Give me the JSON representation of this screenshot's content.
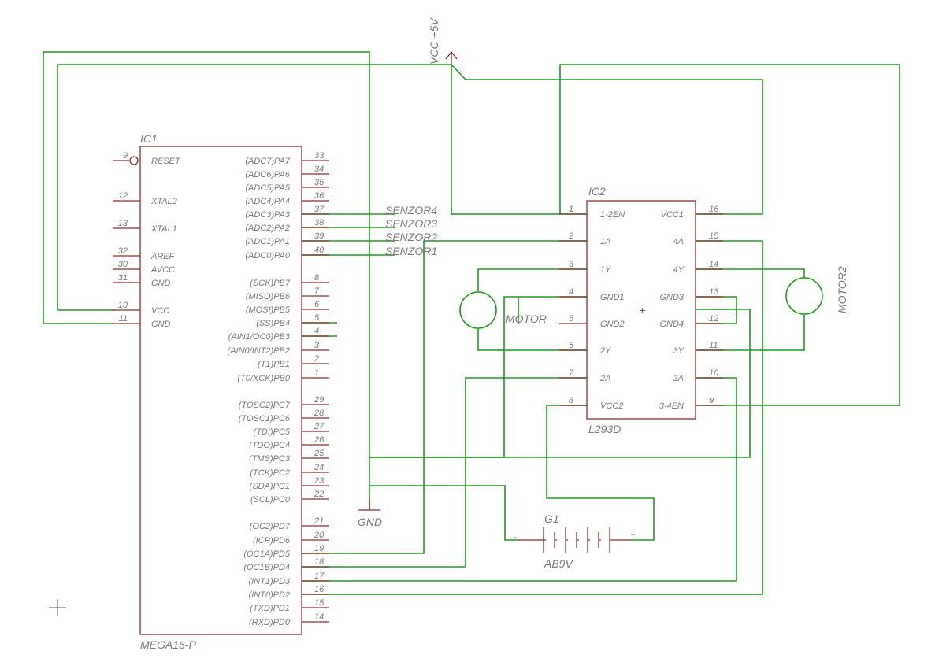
{
  "ic1": {
    "name": "IC1",
    "value": "MEGA16-P",
    "left_pins": [
      {
        "num": "9",
        "label": "RESET"
      },
      {
        "num": "12",
        "label": "XTAL2"
      },
      {
        "num": "13",
        "label": "XTAL1"
      },
      {
        "num": "32",
        "label": "AREF"
      },
      {
        "num": "30",
        "label": "AVCC"
      },
      {
        "num": "31",
        "label": "GND"
      },
      {
        "num": "10",
        "label": "VCC"
      },
      {
        "num": "11",
        "label": "GND"
      }
    ],
    "right_pins": [
      {
        "num": "33",
        "label": "(ADC7)PA7"
      },
      {
        "num": "34",
        "label": "(ADC6)PA6"
      },
      {
        "num": "35",
        "label": "(ADC5)PA5"
      },
      {
        "num": "36",
        "label": "(ADC4)PA4"
      },
      {
        "num": "37",
        "label": "(ADC3)PA3"
      },
      {
        "num": "38",
        "label": "(ADC2)PA2"
      },
      {
        "num": "39",
        "label": "(ADC1)PA1"
      },
      {
        "num": "40",
        "label": "(ADC0)PA0"
      },
      {
        "num": "8",
        "label": "(SCK)PB7"
      },
      {
        "num": "7",
        "label": "(MISO)PB6"
      },
      {
        "num": "6",
        "label": "(MOSI)PB5"
      },
      {
        "num": "5",
        "label": "(SS)PB4"
      },
      {
        "num": "4",
        "label": "(AIN1/OC0)PB3"
      },
      {
        "num": "3",
        "label": "(AIN0/INT2)PB2"
      },
      {
        "num": "2",
        "label": "(T1)PB1"
      },
      {
        "num": "1",
        "label": "(T0/XCK)PB0"
      },
      {
        "num": "29",
        "label": "(TOSC2)PC7"
      },
      {
        "num": "28",
        "label": "(TOSC1)PC6"
      },
      {
        "num": "27",
        "label": "(TDI)PC5"
      },
      {
        "num": "26",
        "label": "(TDO)PC4"
      },
      {
        "num": "25",
        "label": "(TMS)PC3"
      },
      {
        "num": "24",
        "label": "(TCK)PC2"
      },
      {
        "num": "23",
        "label": "(SDA)PC1"
      },
      {
        "num": "22",
        "label": "(SCL)PC0"
      },
      {
        "num": "21",
        "label": "(OC2)PD7"
      },
      {
        "num": "20",
        "label": "(ICP)PD6"
      },
      {
        "num": "19",
        "label": "(OC1A)PD5"
      },
      {
        "num": "18",
        "label": "(OC1B)PD4"
      },
      {
        "num": "17",
        "label": "(INT1)PD3"
      },
      {
        "num": "16",
        "label": "(INT0)PD2"
      },
      {
        "num": "15",
        "label": "(TXD)PD1"
      },
      {
        "num": "14",
        "label": "(RXD)PD0"
      }
    ]
  },
  "ic2": {
    "name": "IC2",
    "value": "L293D",
    "left_pins": [
      {
        "num": "1",
        "label": "1-2EN"
      },
      {
        "num": "2",
        "label": "1A"
      },
      {
        "num": "3",
        "label": "1Y"
      },
      {
        "num": "4",
        "label": "GND1"
      },
      {
        "num": "5",
        "label": "GND2"
      },
      {
        "num": "6",
        "label": "2Y"
      },
      {
        "num": "7",
        "label": "2A"
      },
      {
        "num": "8",
        "label": "VCC2"
      }
    ],
    "right_pins": [
      {
        "num": "16",
        "label": "VCC1"
      },
      {
        "num": "15",
        "label": "4A"
      },
      {
        "num": "14",
        "label": "4Y"
      },
      {
        "num": "13",
        "label": "GND3"
      },
      {
        "num": "12",
        "label": "GND4"
      },
      {
        "num": "11",
        "label": "3Y"
      },
      {
        "num": "10",
        "label": "3A"
      },
      {
        "num": "9",
        "label": "3-4EN"
      }
    ]
  },
  "sensors": [
    "SENZOR4",
    "SENZOR3",
    "SENZOR2",
    "SENZOR1"
  ],
  "supply": {
    "vcc": "VCC +5V",
    "gnd": "GND"
  },
  "motor1": "MOTOR",
  "motor2": "MOTOR2",
  "battery": {
    "name": "G1",
    "value": "AB9V",
    "minus": "-",
    "plus": "+"
  }
}
